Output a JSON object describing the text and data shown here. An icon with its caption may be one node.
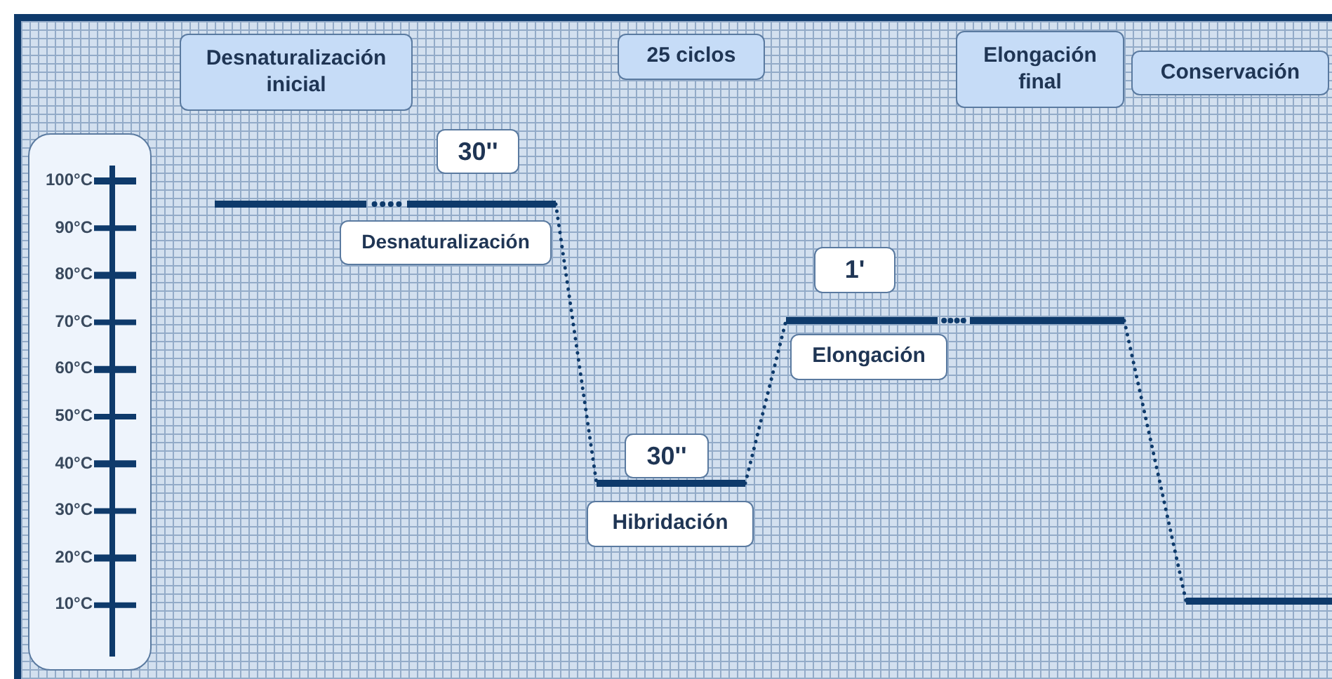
{
  "diagram": {
    "nodes": [
      {
        "text": [
          "Desnaturalización inicial"
        ]
      },
      {
        "text": [
          "25 ciclos"
        ]
      },
      {
        "text": [
          "Elongación final"
        ]
      },
      {
        "text": [
          "Conservación"
        ]
      },
      {
        "text": [
          "100°C",
          "90°C",
          "80°C",
          "70°C",
          "60°C",
          "50°C",
          "40°C",
          "30°C",
          "20°C",
          "10°C"
        ]
      },
      {
        "text": [
          "30''"
        ]
      },
      {
        "text": [],
        "shape": "bar"
      },
      {
        "text": [
          "Desnaturalización"
        ]
      },
      {
        "text": [
          "1'"
        ]
      },
      {
        "text": [],
        "shape": "bar"
      },
      {
        "text": [
          "Elongación"
        ]
      },
      {
        "text": [
          "30''"
        ]
      },
      {
        "text": [],
        "shape": "bar"
      },
      {
        "text": [
          "Hibridación"
        ]
      },
      {
        "text": [],
        "shape": "bar"
      }
    ],
    "edges": [
      {
        "from": 6,
        "to": 12,
        "arrow": "none",
        "style": "dashed"
      },
      {
        "from": 12,
        "to": 9,
        "arrow": "none",
        "style": "dashed"
      },
      {
        "from": 9,
        "to": 14,
        "arrow": "none",
        "style": "dashed"
      }
    ]
  }
}
